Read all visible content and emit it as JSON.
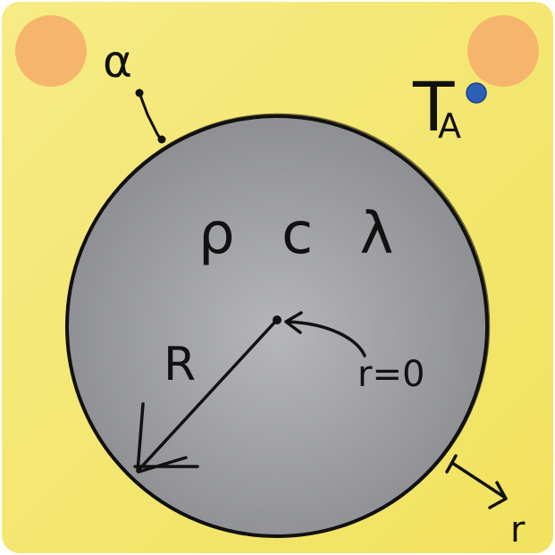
{
  "diagram": {
    "labels": {
      "alpha": "α",
      "ambient_T": "T",
      "ambient_sub": "A",
      "properties": "ρ c λ",
      "radius": "R",
      "center": "r=0",
      "radial": "r"
    },
    "colors": {
      "background": "#f4e77a",
      "sphere_center": "#b5b6ba",
      "sphere_edge": "#8c8d91",
      "outline": "#111111",
      "sun": "#f6b56c",
      "ambient_dot": "#2b5fb8"
    }
  }
}
